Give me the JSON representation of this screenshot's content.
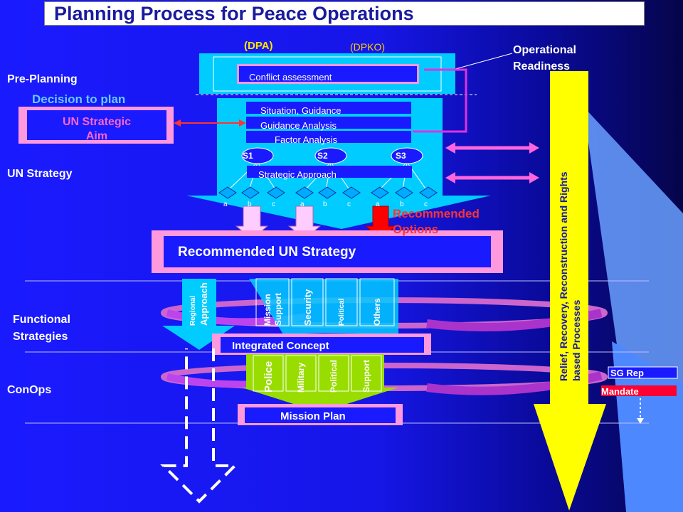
{
  "title": "Planning Process for Peace Operations",
  "dpa": "(DPA)",
  "dpko": "(DPKO)",
  "operational_readiness": [
    "Operational",
    "Readiness"
  ],
  "pre_planning": "Pre-Planning",
  "decision_to_plan": "Decision to plan",
  "un_strategic_aim": [
    "UN Strategic",
    "Aim"
  ],
  "un_strategy": "UN Strategy",
  "conflict_assessment": "Conflict assessment",
  "situation_guidance": "Situation, Guidance",
  "guidance_analysis": "Guidance Analysis",
  "factor_analysis": "Factor Analysis",
  "s_labels": [
    "S1",
    "S2",
    "S3"
  ],
  "strategic_approach": "Strategic Approach",
  "diamond_labels": [
    "a",
    "b",
    "c",
    "a",
    "b",
    "c",
    "a",
    "b",
    "c"
  ],
  "recommended_options": [
    "Recommended",
    "Options"
  ],
  "recommended_un_strategy": "Recommended UN Strategy",
  "functional_strategies": [
    "Functional",
    "Strategies"
  ],
  "functional_items": {
    "regional": [
      "Regional",
      "Approach"
    ],
    "mission_support": [
      "Mission",
      "Support"
    ],
    "security": "Security",
    "political": "Political",
    "others": "Others"
  },
  "integrated_concept": "Integrated Concept",
  "conops": "ConOps",
  "conops_items": {
    "police": "Police",
    "military": "Military",
    "political": "Political",
    "support": "Support"
  },
  "mission_plan": "Mission Plan",
  "relief_text": [
    "Relief, Recovery, Reconstruction and Rights",
    "based Processes"
  ],
  "sg_rep": "SG Rep",
  "mandate": "Mandate",
  "colors": {
    "pink": "#ff99dd",
    "cyan": "#00ccff",
    "yellow": "#ffff00",
    "green": "#99dd00",
    "magenta": "#cc33cc"
  }
}
